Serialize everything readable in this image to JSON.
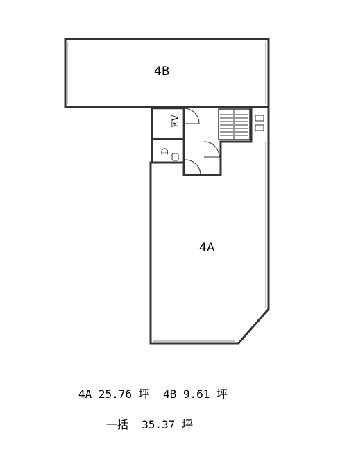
{
  "units": [
    {
      "id": "4B",
      "label": "4B"
    },
    {
      "id": "4A",
      "label": "4A"
    }
  ],
  "elevator_label": "EV",
  "restroom_label": "D",
  "summary": {
    "line1": "4A 25.76 坪  4B 9.61 坪",
    "line2": "一括  35.37 坪"
  },
  "colors": {
    "wall": "#333333",
    "window": "#888888",
    "background": "#ffffff"
  }
}
